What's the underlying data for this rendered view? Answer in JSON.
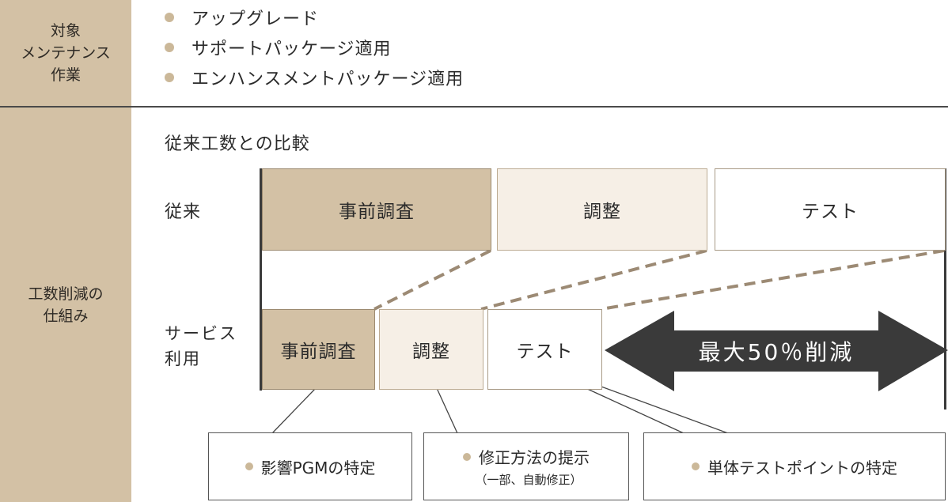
{
  "side": {
    "target": [
      "対象",
      "メンテナンス",
      "作業"
    ],
    "reduction": [
      "工数削減の",
      "仕組み"
    ]
  },
  "target_items": [
    "アップグレード",
    "サポートパッケージ適用",
    "エンハンスメントパッケージ適用"
  ],
  "comparison": {
    "title": "従来工数との比較",
    "row_conventional": "従来",
    "row_service": [
      "サービス",
      "利用"
    ],
    "conventional_boxes": [
      "事前調査",
      "調整",
      "テスト"
    ],
    "service_boxes": [
      "事前調査",
      "調整",
      "テスト"
    ],
    "arrow_label": "最大50％削減"
  },
  "notes": [
    {
      "main": "影響PGMの特定",
      "sub": ""
    },
    {
      "main": "修正方法の提示",
      "sub": "（一部、自動修正）"
    },
    {
      "main": "単体テストポイントの特定",
      "sub": ""
    }
  ],
  "colors": {
    "accent": "#d3c1a5",
    "light": "#f6efe6",
    "arrow": "#3a3a3a",
    "dash": "#9c8a74"
  }
}
